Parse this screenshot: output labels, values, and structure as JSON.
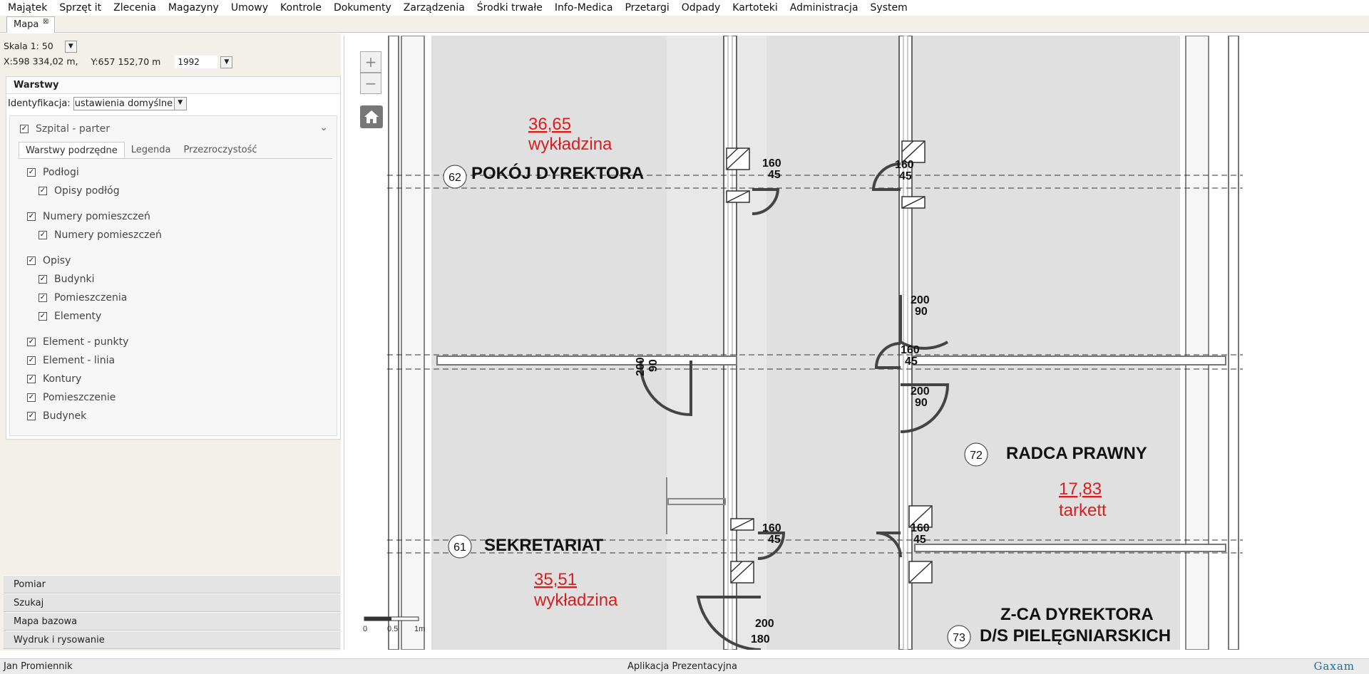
{
  "menu": [
    "Majątek",
    "Sprzęt it",
    "Zlecenia",
    "Magazyny",
    "Umowy",
    "Kontrole",
    "Dokumenty",
    "Zarządzenia",
    "Środki trwałe",
    "Info-Medica",
    "Przetargi",
    "Odpady",
    "Kartoteki",
    "Administracja",
    "System"
  ],
  "tab": {
    "label": "Mapa",
    "close": "⊠"
  },
  "scale": {
    "label": "Skala 1: 50"
  },
  "coords": {
    "x": "X:598 334,02 m,",
    "y": "Y:657 152,70 m",
    "year": "1992"
  },
  "warstwy": {
    "title": "Warstwy",
    "ident_label": "Identyfikacja:",
    "ident_value": "ustawienia domyślne",
    "layer_group": "Szpital - parter",
    "subtabs": [
      "Warstwy podrzędne",
      "Legenda",
      "Przezroczystość"
    ],
    "layers": [
      "Podłogi",
      "Opisy podłóg",
      "Numery pomieszczeń",
      "Numery pomieszczeń",
      "Opisy",
      "Budynki",
      "Pomieszczenia",
      "Elementy",
      "Element - punkty",
      "Element - linia",
      "Kontury",
      "Pomieszczenie",
      "Budynek"
    ]
  },
  "accordion": [
    "Pomiar",
    "Szukaj",
    "Mapa bazowa",
    "Wydruk i rysowanie"
  ],
  "status": {
    "user": "Jan Promiennik",
    "app": "Aplikacja Prezentacyjna",
    "brand": "Gaxam"
  },
  "map": {
    "zoom_in": "+",
    "zoom_out": "−",
    "rooms": [
      {
        "num": "62",
        "name": "POKÓJ DYREKTORA",
        "area": "36,65",
        "floor": "wykładzina"
      },
      {
        "num": "72",
        "name": "RADCA PRAWNY",
        "area": "17,83",
        "floor": "tarkett"
      },
      {
        "num": "61",
        "name": "SEKRETARIAT",
        "area": "35,51",
        "floor": "wykładzina"
      },
      {
        "num": "73",
        "name1": "Z-CA DYREKTORA",
        "name2": "D/S PIELĘGNIARSKICH"
      }
    ],
    "dims": [
      "160",
      "45",
      "160",
      "45",
      "200",
      "90",
      "160",
      "45",
      "200",
      "90",
      "200",
      "90",
      "160",
      "45",
      "160",
      "45",
      "200",
      "180"
    ],
    "scalebar": [
      "0",
      "0.5",
      "1m"
    ]
  }
}
